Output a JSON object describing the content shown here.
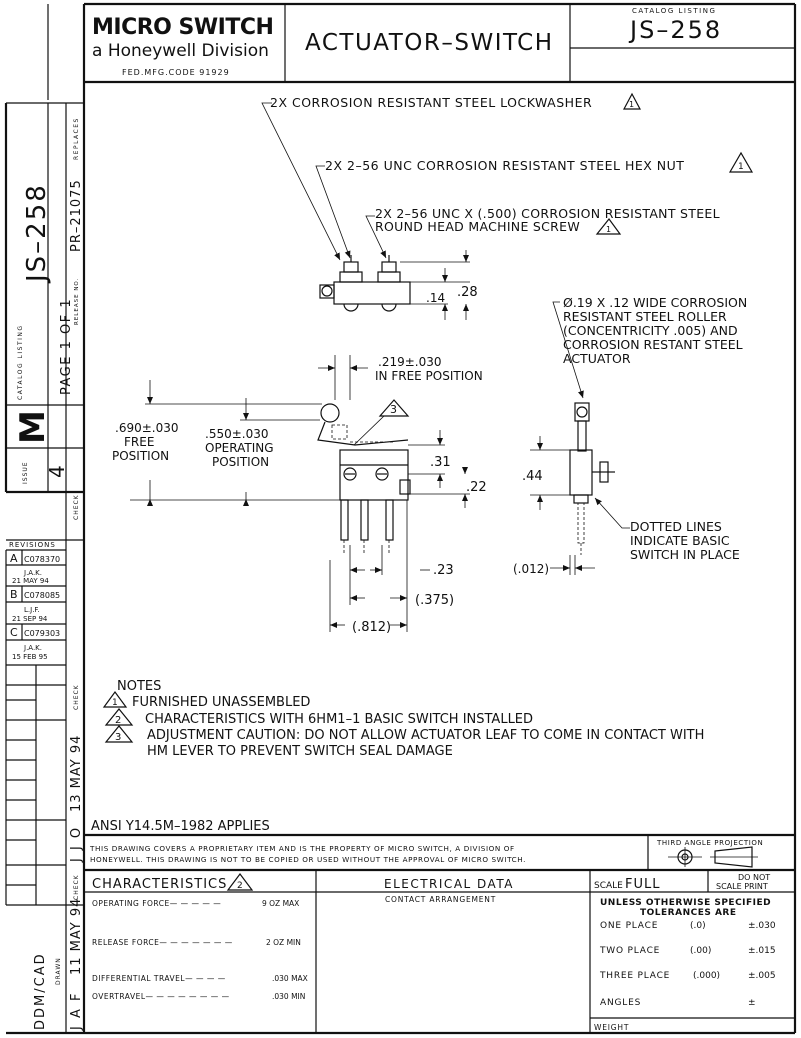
{
  "title_block": {
    "brand_line1": "MICRO SWITCH",
    "brand_line2": "a Honeywell Division",
    "fed_code": "FED.MFG.CODE 91929",
    "title": "ACTUATOR–SWITCH",
    "catalog_label": "CATALOG LISTING",
    "catalog_number": "JS–258"
  },
  "side_strip": {
    "catalog_number": "JS–258",
    "page": "PAGE 1 OF 1",
    "release_no": "PR–21075",
    "replaces_label": "REPLACES",
    "release_label": "RELEASE NO.",
    "catalog_label": "CATALOG LISTING",
    "letter": "M",
    "issue_label": "ISSUE",
    "issue_number": "4",
    "check_label": "CHECK",
    "revisions_label": "REVISIONS",
    "date": "13 MAY 94",
    "checker": "J J O",
    "drawn_label": "DRAWN",
    "drawn_date": "11 MAY 94",
    "drawn_by": "J A F",
    "ddm": "DDM/CAD"
  },
  "revisions": [
    {
      "letter": "A",
      "code": "C078370",
      "by": "J.A.K.",
      "date": "21 MAY 94"
    },
    {
      "letter": "B",
      "code": "C078085",
      "by": "L.J.F.",
      "date": "21 SEP 94"
    },
    {
      "letter": "C",
      "code": "C079303",
      "by": "J.A.K.",
      "date": "15 FEB 95"
    }
  ],
  "callouts": {
    "lockwasher": "2X CORROSION RESISTANT STEEL LOCKWASHER",
    "hex_nut": "2X 2–56 UNC CORROSION RESISTANT STEEL HEX NUT",
    "screw_line1": "2X 2–56 UNC X (.500) CORROSION RESISTANT STEEL",
    "screw_line2": "ROUND HEAD MACHINE SCREW",
    "roller_line1": "Ø.19 X .12 WIDE CORROSION",
    "roller_line2": "RESISTANT STEEL ROLLER",
    "roller_line3": "(CONCENTRICITY .005) AND",
    "roller_line4": "CORROSION RESTANT STEEL",
    "roller_line5": "ACTUATOR",
    "free_pos_value": ".219±.030",
    "free_pos_label": "IN FREE POSITION",
    "free_height_value": ".690±.030",
    "free_height_l1": "FREE",
    "free_height_l2": "POSITION",
    "oper_value": ".550±.030",
    "oper_l1": "OPERATING",
    "oper_l2": "POSITION",
    "dotted_l1": "DOTTED LINES",
    "dotted_l2": "INDICATE BASIC",
    "dotted_l3": "SWITCH IN PLACE",
    "flag_1": "1",
    "flag_3": "3"
  },
  "dimensions": {
    "d14": ".14",
    "d28": ".28",
    "d31": ".31",
    "d22": ".22",
    "d44": ".44",
    "d23": ".23",
    "d375": "(.375)",
    "d812": "(.812)",
    "d012": "(.012)"
  },
  "notes": {
    "heading": "NOTES",
    "items": [
      {
        "num": "1",
        "text": "FURNISHED UNASSEMBLED"
      },
      {
        "num": "2",
        "text": "CHARACTERISTICS WITH 6HM1–1 BASIC SWITCH INSTALLED"
      },
      {
        "num": "3",
        "text": "ADJUSTMENT CAUTION:  DO NOT ALLOW ACTUATOR LEAF TO COME IN CONTACT WITH"
      }
    ],
    "item3_cont": "HM LEVER TO PREVENT SWITCH SEAL DAMAGE",
    "ansi": "ANSI Y14.5M–1982 APPLIES"
  },
  "proprietary": {
    "line1": "THIS DRAWING COVERS A PROPRIETARY ITEM AND IS THE PROPERTY OF MICRO SWITCH, A DIVISION OF",
    "line2": "HONEYWELL. THIS DRAWING IS NOT TO BE COPIED OR USED WITHOUT THE APPROVAL OF MICRO SWITCH.",
    "projection": "THIRD ANGLE PROJECTION"
  },
  "characteristics": {
    "heading": "CHARACTERISTICS",
    "flag": "2",
    "rows": [
      {
        "label": "OPERATING FORCE— — — — —",
        "value": "9 OZ MAX"
      },
      {
        "label": "RELEASE FORCE— — — — — — —",
        "value": "2 OZ MIN"
      },
      {
        "label": "DIFFERENTIAL TRAVEL— — — —",
        "value": ".030 MAX"
      },
      {
        "label": "OVERTRAVEL— — — — — — — —",
        "value": ".030 MIN"
      }
    ]
  },
  "electrical": {
    "heading": "ELECTRICAL DATA",
    "contact": "CONTACT ARRANGEMENT"
  },
  "tolerances": {
    "scale_label": "SCALE",
    "scale_value": "FULL",
    "do_not_l1": "DO NOT",
    "do_not_l2": "SCALE PRINT",
    "heading_l1": "UNLESS OTHERWISE SPECIFIED",
    "heading_l2": "TOLERANCES ARE",
    "rows": [
      {
        "label": "ONE PLACE",
        "fmt": "(.0)",
        "value": "±.030"
      },
      {
        "label": "TWO PLACE",
        "fmt": "(.00)",
        "value": "±.015"
      },
      {
        "label": "THREE PLACE",
        "fmt": "(.000)",
        "value": "±.005"
      },
      {
        "label": "ANGLES",
        "fmt": "",
        "value": "±"
      }
    ],
    "weight": "WEIGHT"
  }
}
